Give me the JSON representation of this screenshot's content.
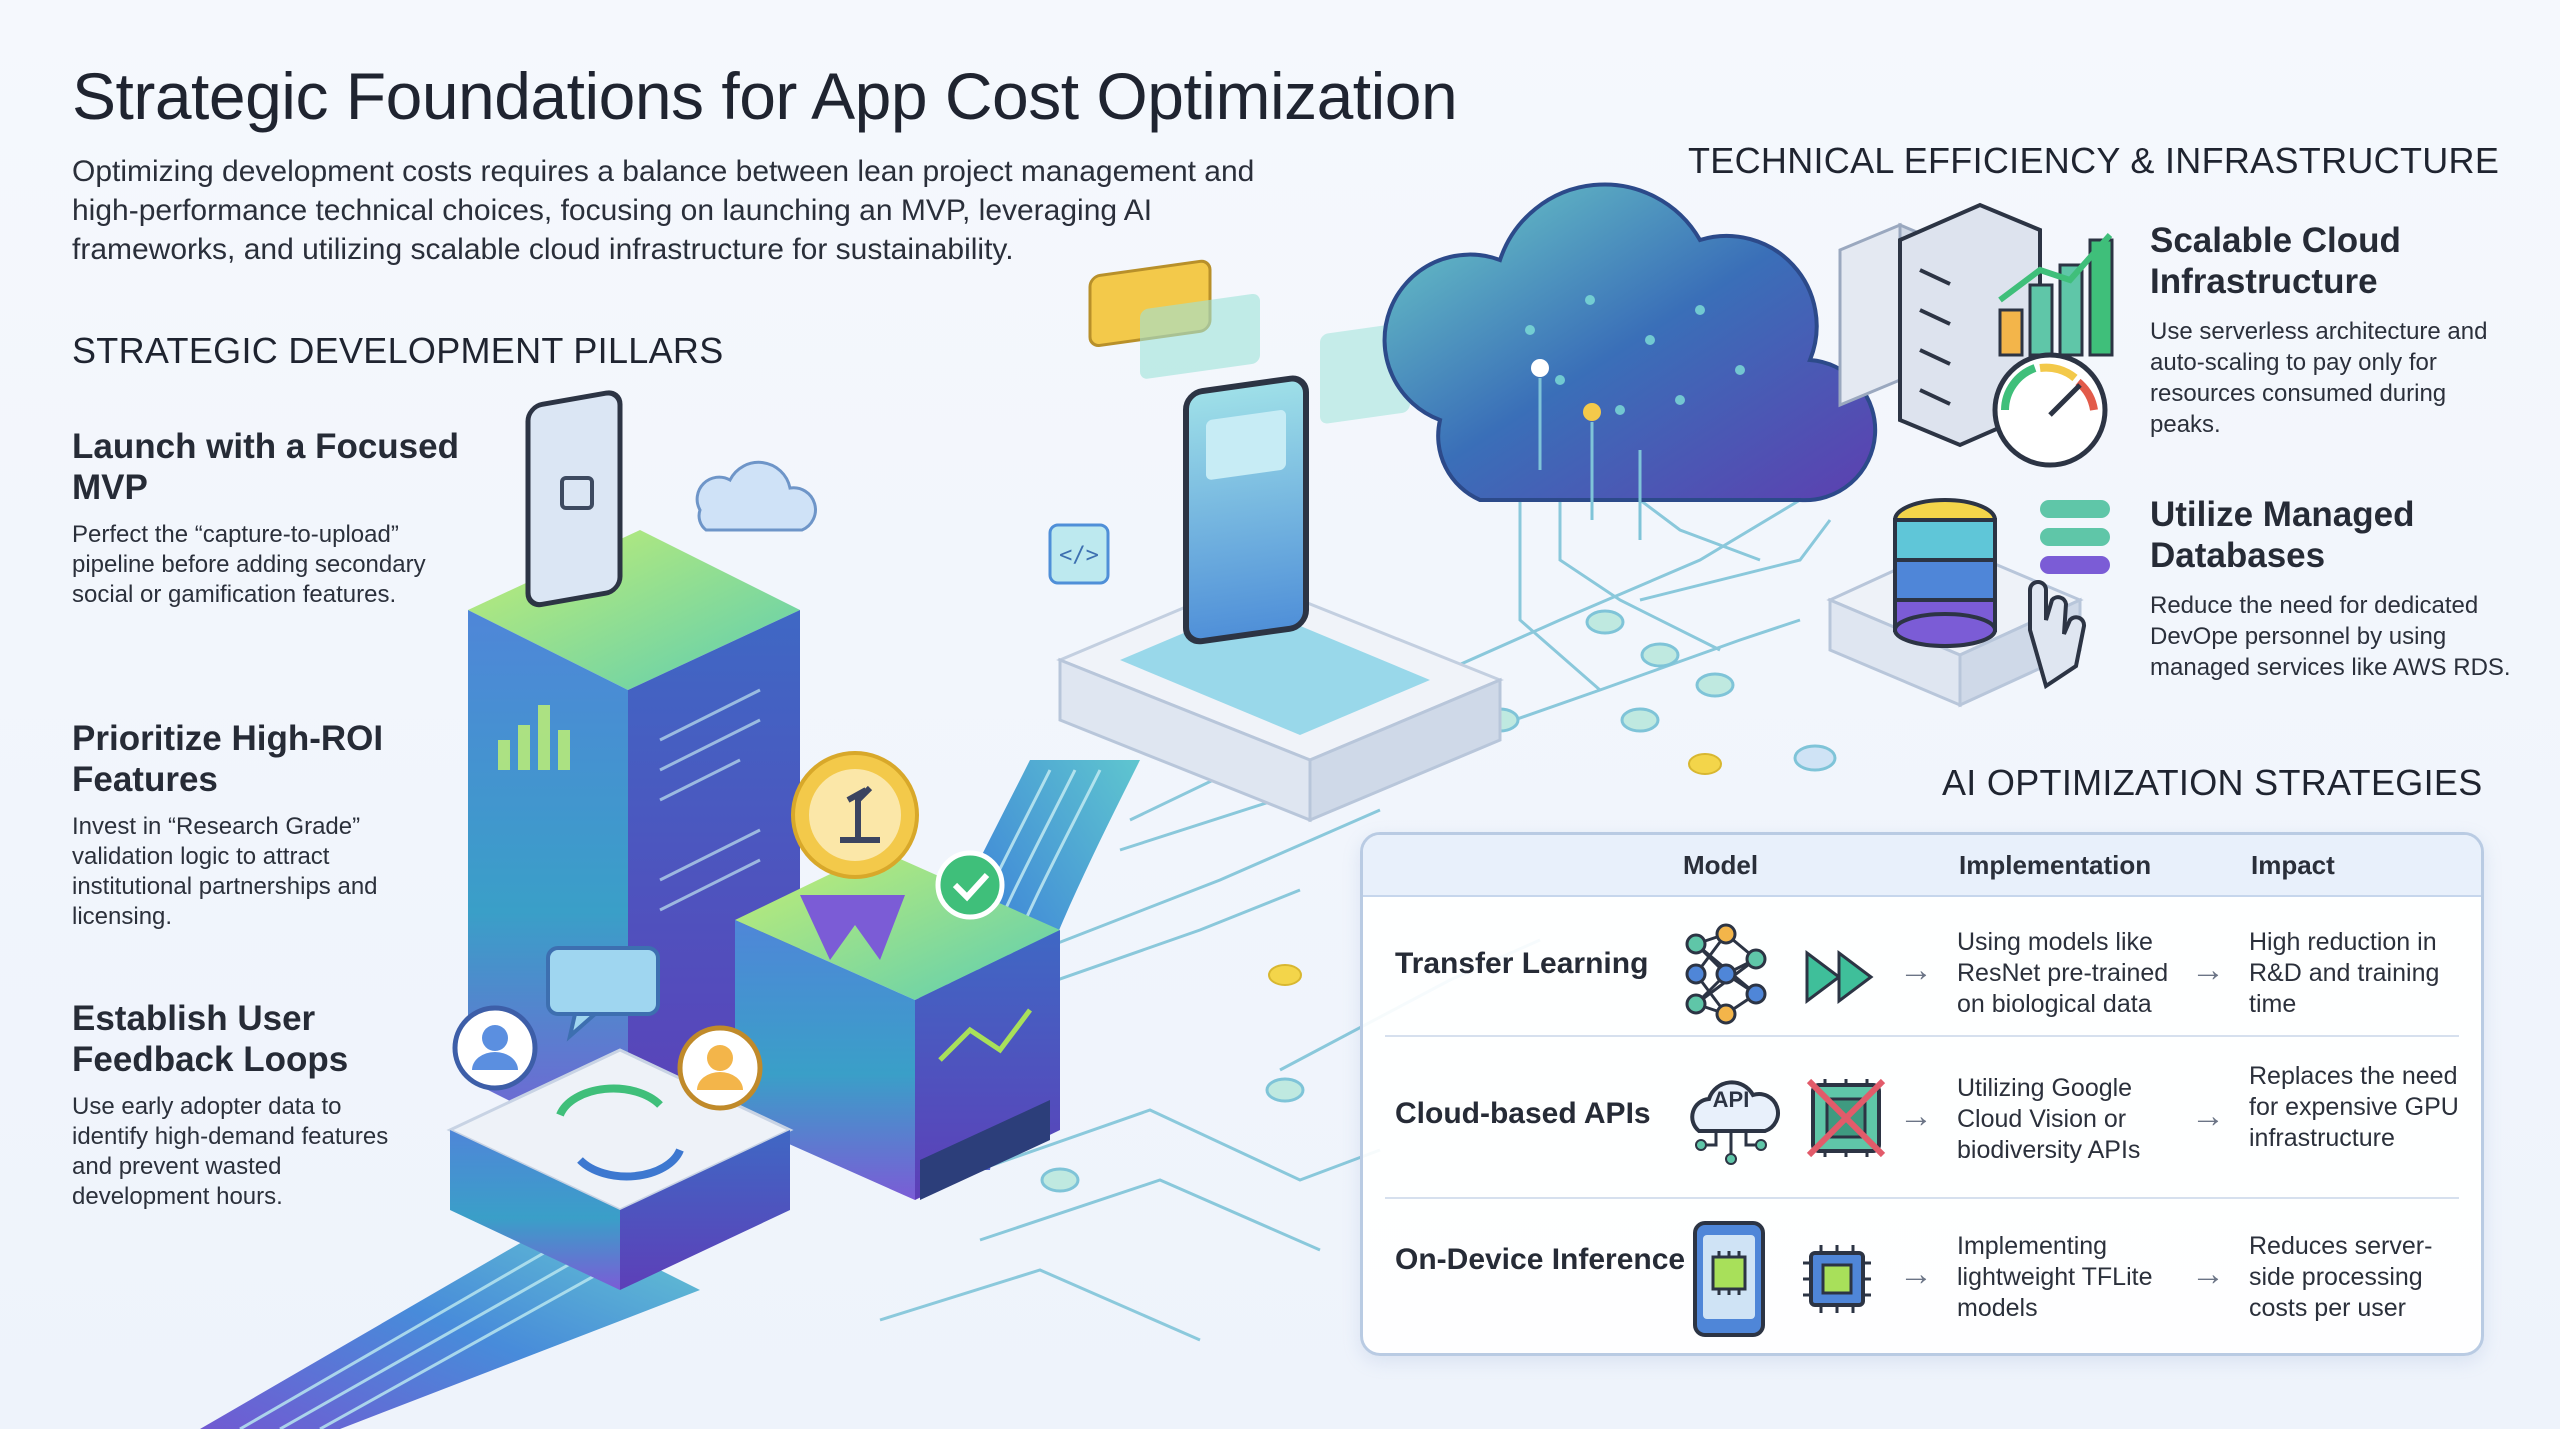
{
  "header": {
    "title": "Strategic Foundations for App Cost Optimization",
    "intro": "Optimizing development costs requires a balance between lean project management and high-performance technical choices, focusing on launching an MVP, leveraging AI frameworks, and utilizing scalable cloud infrastructure for sustainability."
  },
  "pillars": {
    "heading": "STRATEGIC DEVELOPMENT PILLARS",
    "items": [
      {
        "title": "Launch with a Focused MVP",
        "desc": "Perfect the “capture-to-upload” pipeline before adding secondary social or gamification features."
      },
      {
        "title": "Prioritize High-ROI Features",
        "desc": "Invest in “Research Grade” validation logic to attract institutional partnerships and licensing."
      },
      {
        "title": "Establish User Feedback Loops",
        "desc": "Use early adopter data to identify high-demand features and prevent wasted development hours."
      }
    ]
  },
  "tech": {
    "heading": "TECHNICAL EFFICIENCY & INFRASTRUCTURE",
    "items": [
      {
        "title": "Scalable Cloud Infrastructure",
        "desc": "Use serverless architecture and auto-scaling to pay only for resources consumed during peaks."
      },
      {
        "title": "Utilize Managed Databases",
        "desc": "Reduce the need for dedicated DevOpe personnel by using managed services like AWS RDS."
      }
    ]
  },
  "ai": {
    "heading": "AI OPTIMIZATION STRATEGIES",
    "columns": [
      "Model",
      "Implementation",
      "Impact"
    ],
    "rows": [
      {
        "name": "Transfer Learning",
        "implementation": "Using models like ResNet pre-trained on biological data",
        "impact": "High reduction in R&D and training time"
      },
      {
        "name": "Cloud-based APIs",
        "implementation": "Utilizing Google Cloud Vision or biodiversity APIs",
        "impact": "Replaces the need for expensive GPU infrastructure"
      },
      {
        "name": "On-Device Inference",
        "implementation": "Implementing lightweight TFLite models",
        "impact": "Reduces server-side processing costs per user"
      }
    ],
    "arrow_glyph": "→",
    "api_badge": "API"
  },
  "colors": {
    "accent_blue": "#3d6fd0",
    "accent_green": "#a8e05a",
    "accent_purple": "#7b5cd6",
    "accent_teal": "#36b9c9",
    "accent_yellow": "#f3c94a"
  }
}
